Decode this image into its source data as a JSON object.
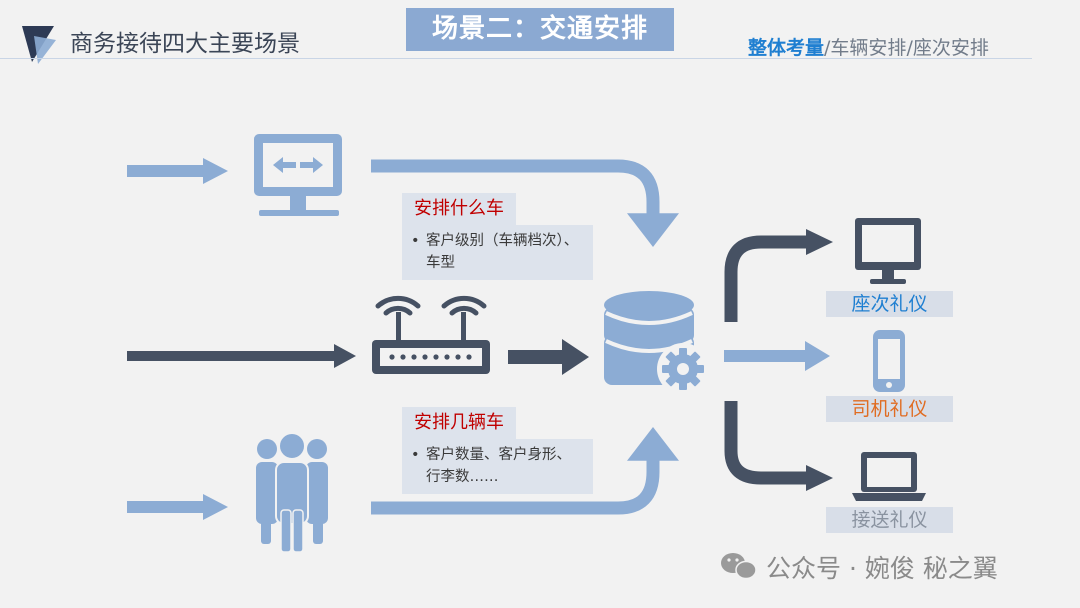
{
  "header": {
    "title": "商务接待四大主要场景",
    "scene_title": "场景二：交通安排",
    "tabs": [
      "整体考量",
      "车辆安排",
      "座次安排"
    ],
    "separator": "/"
  },
  "callouts": [
    {
      "title": "安排什么车",
      "bullet": "•",
      "text": "客户级别（车辆档次）、车型"
    },
    {
      "title": "安排几辆车",
      "bullet": "•",
      "text": "客户数量、客户身形、行李数……"
    }
  ],
  "outputs": [
    {
      "label": "座次礼仪",
      "color": "#1f7fd1"
    },
    {
      "label": "司机礼仪",
      "color": "#e06c22"
    },
    {
      "label": "接送礼仪",
      "color": "#8a93a0"
    }
  ],
  "watermark": {
    "text": "公众号 · 婉俊 秘之翼"
  },
  "colors": {
    "dark": "#465163",
    "light": "#8cacd4",
    "accent_blue": "#1f7fd1"
  }
}
